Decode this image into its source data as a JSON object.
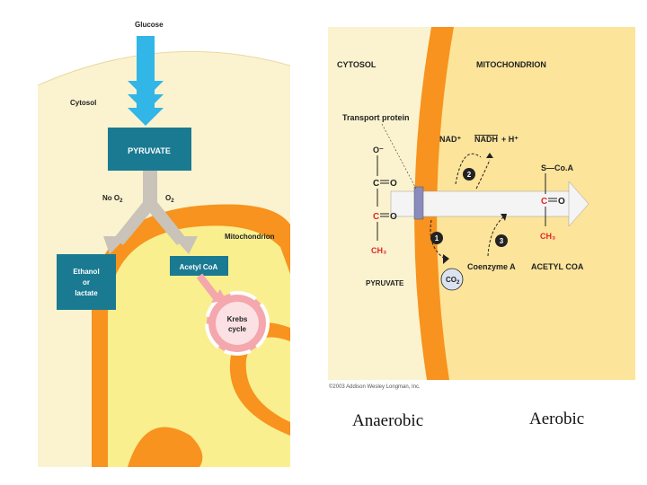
{
  "left": {
    "glucose": "Glucose",
    "cytosol": "Cytosol",
    "pyruvate": "PYRUVATE",
    "no_o2": "No O",
    "o2": "O",
    "subscript_2": "2",
    "mitochondrion": "Mitochondrion",
    "ethanol_lines": [
      "Ethanol",
      "or",
      "lactate"
    ],
    "acetyl_coa": "Acetyl CoA",
    "krebs_lines": [
      "Krebs",
      "cycle"
    ],
    "colors": {
      "cytosol_bg": "#fbf3cf",
      "mito_outer": "#f7931e",
      "mito_inner": "#f9ef8f",
      "teal_box": "#197a92",
      "glucose_arrow": "#31b6e7",
      "krebs_pink": "#f4a7ad"
    }
  },
  "right": {
    "cytosol": "CYTOSOL",
    "mitochondrion": "MITOCHONDRION",
    "transport_protein": "Transport protein",
    "nad": "NAD⁺",
    "nadh": "NADH",
    "plus_h": "+ H⁺",
    "step1": "1",
    "step2": "2",
    "step3": "3",
    "pyruvate": "PYRUVATE",
    "co2": "CO",
    "co2_sub": "2",
    "coenzyme_a": "Coenzyme A",
    "acetyl_coa": "ACETYL COA",
    "pyr_o_minus": "O⁻",
    "pyr_c1": "C",
    "pyr_o1": "O",
    "pyr_c2": "C",
    "pyr_o2": "O",
    "pyr_ch3": "CH₃",
    "acetyl_s": "S—Co.A",
    "acetyl_c": "C",
    "acetyl_o": "O",
    "acetyl_ch3": "CH₃",
    "credit": "©2003 Addison Wesley Longman, Inc.",
    "colors": {
      "cytosol_bg": "#fbf3cf",
      "membrane": "#f7931e",
      "matrix": "#fce49a",
      "red_carbon": "#e02828"
    }
  },
  "captions": {
    "anaerobic": "Anaerobic",
    "aerobic": "Aerobic"
  }
}
